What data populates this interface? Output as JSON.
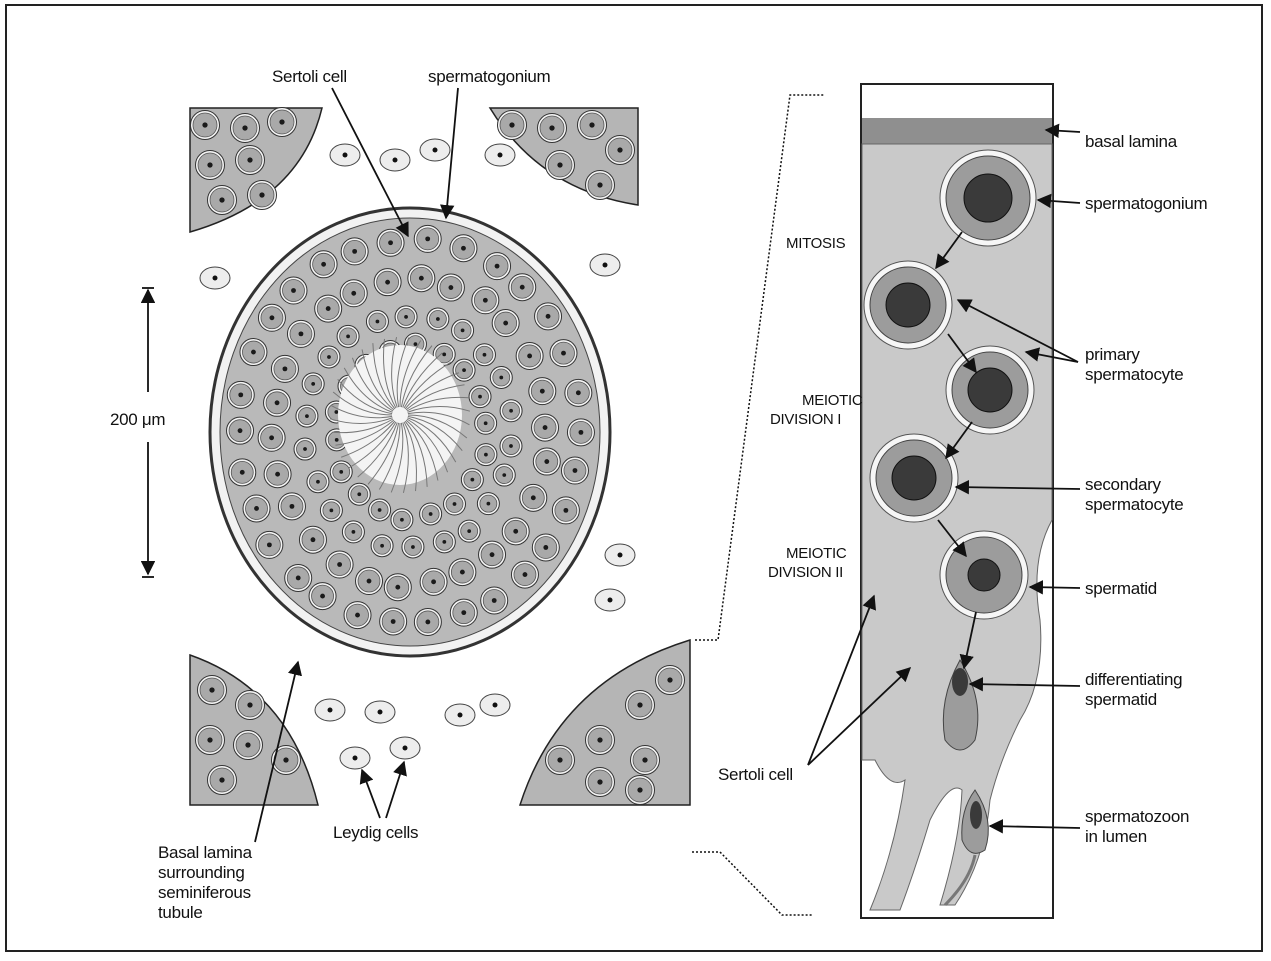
{
  "colors": {
    "cell_gray": "#a9a9a9",
    "cytoplasm_light": "#cfcfcf",
    "nucleus_dark": "#3a3a3a",
    "line": "#111111"
  },
  "labels": {
    "sertoli_cell_top": "Sertoli cell",
    "spermatogonium_top": "spermatogonium",
    "scale_bar": "200 μm",
    "basal_lamina_surrounding": [
      "Basal lamina",
      "surrounding",
      "seminiferous",
      "tubule"
    ],
    "leydig_cells": "Leydig cells",
    "sertoli_cell_bottom": "Sertoli cell"
  },
  "stages": {
    "mitosis": "MITOSIS",
    "meiotic_1": [
      "MEIOTIC",
      "DIVISION I"
    ],
    "meiotic_2": [
      "MEIOTIC",
      "DIVISION II"
    ]
  },
  "right_labels": {
    "basal_lamina": "basal lamina",
    "spermatogonium": "spermatogonium",
    "primary_spermatocyte": [
      "primary",
      "spermatocyte"
    ],
    "secondary_spermatocyte": [
      "secondary",
      "spermatocyte"
    ],
    "spermatid": "spermatid",
    "differentiating_spermatid": [
      "differentiating",
      "spermatid"
    ],
    "spermatozoon": [
      "spermatozoon",
      "in lumen"
    ]
  }
}
